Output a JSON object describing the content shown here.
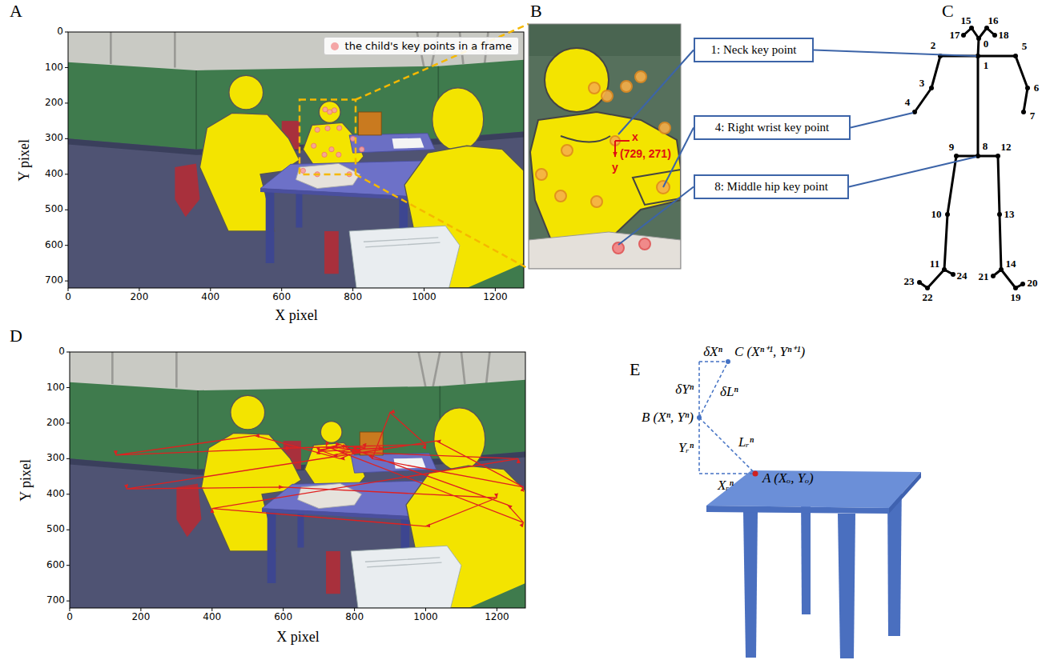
{
  "diagram": {
    "nodes": [
      {
        "text": [
          "1: Neck key point"
        ]
      },
      {
        "text": [
          "4: Right wrist key point"
        ]
      },
      {
        "text": [
          "8: Middle hip key point"
        ]
      }
    ],
    "labels": [
      "A",
      "B",
      "C",
      "D",
      "E",
      "0",
      "100",
      "200",
      "300",
      "400",
      "500",
      "600",
      "700",
      "0",
      "200",
      "400",
      "600",
      "800",
      "1000",
      "1200",
      "Y pixel",
      "X pixel",
      "0",
      "100",
      "200",
      "300",
      "400",
      "500",
      "600",
      "700",
      "0",
      "200",
      "400",
      "600",
      "800",
      "1000",
      "1200",
      "Y pixel",
      "X pixel",
      "x",
      "y",
      "(729, 271)",
      "15",
      "16",
      "17",
      "18",
      "0",
      "1",
      "2",
      "3",
      "4",
      "5",
      "6",
      "7",
      "8",
      "9",
      "10",
      "11",
      "12",
      "13",
      "14",
      "19",
      "20",
      "21",
      "22",
      "23",
      "24",
      "δXⁿ",
      "C (Xⁿ⁺¹, Yⁿ⁺¹)",
      "δYⁿ",
      "δLⁿ",
      "B (Xⁿ, Yⁿ)",
      "Yᵣⁿ",
      "Lᵣⁿ",
      "Xᵣⁿ",
      "A (Xₒ, Yₒ)"
    ],
    "legend": [
      {
        "text": "the child's key points in a frame",
        "color": "#f4a6a6"
      }
    ]
  }
}
